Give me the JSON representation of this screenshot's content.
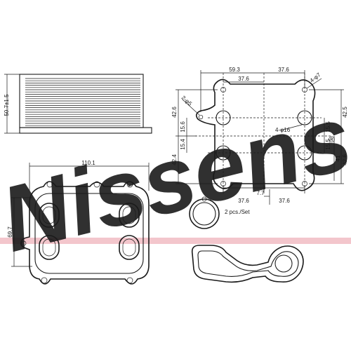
{
  "watermark": {
    "brand": "Nissens",
    "registered_mark": "®",
    "colors": {
      "blue": "#c9d9ee",
      "red": "#f3c6cc"
    }
  },
  "side_view": {
    "height_dim": "50.7±1.5"
  },
  "top_view": {
    "width_dim": "110.1",
    "height_dim": "69.7"
  },
  "flange": {
    "dims": {
      "top_span": "59.3",
      "top_inner": "37.6",
      "top_right": "37.6",
      "bottom_left": "37.6",
      "bottom_mid": "7.7",
      "bottom_right": "37.6",
      "left_upper": "42.6",
      "left_upper_inner": "15.6",
      "left_lower_inner": "15.4",
      "left_lower": "42.4",
      "right_upper": "42.5",
      "right_upper_inner": "15.5",
      "right_lower_inner": "15.5",
      "right_lower": "42.6",
      "right_outer": "41",
      "hole_small_left": "2-φ5",
      "hole_small_right": "4-φ7",
      "hole_large": "4-φ16"
    }
  },
  "gasket": {
    "qty_label": "2 pcs./Set"
  }
}
